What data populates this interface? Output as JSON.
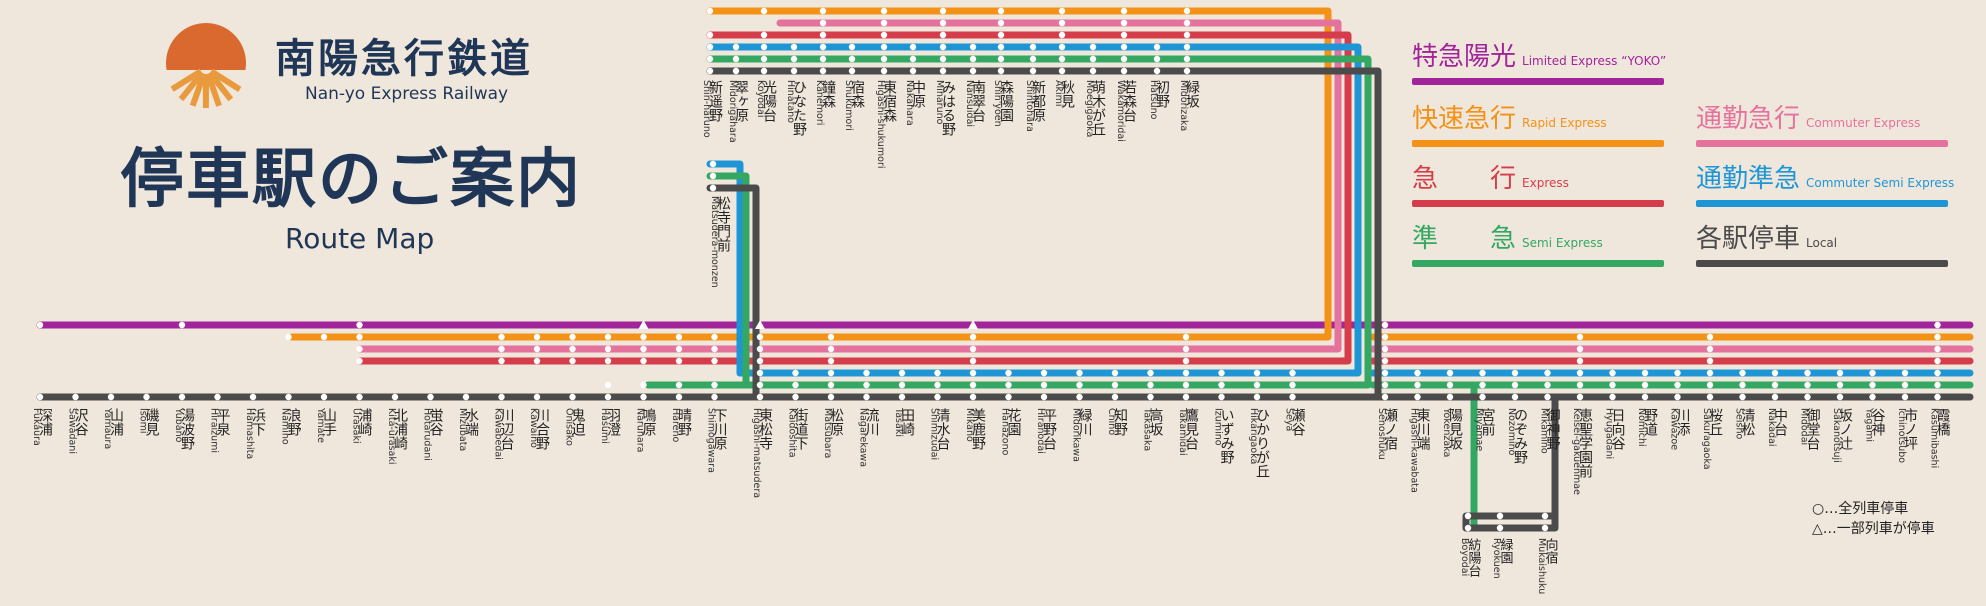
{
  "header": {
    "company": "南陽急行鉄道",
    "company_en": "Nan-yo Express Railway",
    "title": "停車駅のご案内",
    "subtitle": "Route Map"
  },
  "colors": {
    "background": "#f0e7dc",
    "navy": "#1f3657",
    "logo": "#d9692f",
    "limited_express": "#a2249a",
    "rapid_express": "#f39217",
    "commuter_express": "#e5729d",
    "express": "#d63d4b",
    "commuter_semi_express": "#1e96d6",
    "semi_express": "#34a863",
    "local": "#4b4b4b"
  },
  "icons": {
    "logo": "sunrise-logo-icon",
    "stop_all": "circle-marker-icon",
    "stop_some": "triangle-marker-icon"
  },
  "legend": [
    {
      "ja": "特急陽光",
      "en": "Limited Express “YOKO”",
      "color": "#a2249a"
    },
    {
      "ja": "快速急行",
      "en": "Rapid Express",
      "color": "#f39217"
    },
    {
      "ja": "通勤急行",
      "en": "Commuter Express",
      "color": "#e5729d"
    },
    {
      "ja": "急　　行",
      "en": "Express",
      "color": "#d63d4b"
    },
    {
      "ja": "通勤準急",
      "en": "Commuter Semi Express",
      "color": "#1e96d6"
    },
    {
      "ja": "準　　急",
      "en": "Semi Express",
      "color": "#34a863"
    },
    {
      "ja": "各駅停車",
      "en": "Local",
      "color": "#4b4b4b"
    }
  ],
  "key": {
    "all": "○…全列車停車",
    "some": "△…一部列車が停車"
  },
  "main_stations": [
    {
      "ja": "深浦",
      "en": "Fukaura"
    },
    {
      "ja": "沢谷",
      "en": "Sawadani"
    },
    {
      "ja": "山浦",
      "en": "Yamaura"
    },
    {
      "ja": "磯見",
      "en": "Isomi"
    },
    {
      "ja": "湯波野",
      "en": "Yubano"
    },
    {
      "ja": "平泉",
      "en": "Hiraizumi"
    },
    {
      "ja": "浜下",
      "en": "Hamashita"
    },
    {
      "ja": "浪野",
      "en": "Namino"
    },
    {
      "ja": "山手",
      "en": "Yamate"
    },
    {
      "ja": "浦崎",
      "en": "Urasaki"
    },
    {
      "ja": "北浦崎",
      "en": "Kita-urasaki"
    },
    {
      "ja": "蛍谷",
      "en": "Hotarudani"
    },
    {
      "ja": "水端",
      "en": "Mizubata"
    },
    {
      "ja": "川辺台",
      "en": "Kawabedai"
    },
    {
      "ja": "川合野",
      "en": "Kawaino"
    },
    {
      "ja": "鬼迫",
      "en": "Onisako"
    },
    {
      "ja": "羽澄",
      "en": "Hasumi"
    },
    {
      "ja": "鳴原",
      "en": "Naruhara"
    },
    {
      "ja": "晴野",
      "en": "Hareno"
    },
    {
      "ja": "下川原",
      "en": "Shimogawara"
    },
    {
      "ja": "東松寺",
      "en": "Higashi-matsudera"
    },
    {
      "ja": "街道下",
      "en": "Kaidoshita"
    },
    {
      "ja": "松原",
      "en": "Matsubara"
    },
    {
      "ja": "流川",
      "en": "Nagarekawa"
    },
    {
      "ja": "田崎",
      "en": "Tasaki"
    },
    {
      "ja": "清水台",
      "en": "Shimizudai"
    },
    {
      "ja": "美鹿野",
      "en": "Mikano"
    },
    {
      "ja": "花園",
      "en": "Hanazono"
    },
    {
      "ja": "平野台",
      "en": "Hiranodai"
    },
    {
      "ja": "緑川",
      "en": "Midorikawa"
    },
    {
      "ja": "知野",
      "en": "Chino"
    },
    {
      "ja": "高坂",
      "en": "Takasaka"
    },
    {
      "ja": "鷹見台",
      "en": "Takamidai"
    },
    {
      "ja": "いずみ野",
      "en": "Izumino"
    },
    {
      "ja": "ひかりが丘",
      "en": "Hikarigaoka"
    },
    {
      "ja": "瀬谷",
      "en": "Seya"
    },
    {
      "ja": "瀬ノ宿",
      "en": "Senoshuku"
    },
    {
      "ja": "東川端",
      "en": "Higashi-kawabata"
    },
    {
      "ja": "陽見坂",
      "en": "Yokenzaka"
    },
    {
      "ja": "宮前",
      "en": "Miyamae"
    },
    {
      "ja": "のぞみ野",
      "en": "Nozomino"
    },
    {
      "ja": "御神野",
      "en": "Mikamino"
    },
    {
      "ja": "恵聖学園前",
      "en": "Keisei-gakuenmae"
    },
    {
      "ja": "日向谷",
      "en": "Hyugadani"
    },
    {
      "ja": "野道",
      "en": "Nomichi"
    },
    {
      "ja": "川添",
      "en": "Kawazoe"
    },
    {
      "ja": "桜丘",
      "en": "Sakuragaoka"
    },
    {
      "ja": "清松",
      "en": "Seisho"
    },
    {
      "ja": "中台",
      "en": "Nakadai"
    },
    {
      "ja": "御堂台",
      "en": "Midodai"
    },
    {
      "ja": "坂ノ辻",
      "en": "Sakanotsuji"
    },
    {
      "ja": "谷神",
      "en": "Yagami"
    },
    {
      "ja": "市ノ坪",
      "en": "Ichinotsubo"
    },
    {
      "ja": "霞橋",
      "en": "Kasumibashi"
    }
  ],
  "branch_stations": [
    {
      "ja": "新遥野",
      "en": "Shin-haruno"
    },
    {
      "ja": "翠ヶ原",
      "en": "Midorigahara"
    },
    {
      "ja": "光陽台",
      "en": "Koyodai"
    },
    {
      "ja": "ひなた野",
      "en": "Hinatano"
    },
    {
      "ja": "鐘森",
      "en": "Kanemori"
    },
    {
      "ja": "宿森",
      "en": "Shukumori"
    },
    {
      "ja": "東宿森",
      "en": "Higashi-shukumori"
    },
    {
      "ja": "中原",
      "en": "Nakahara"
    },
    {
      "ja": "みはる野",
      "en": "Miharuno"
    },
    {
      "ja": "南翠台",
      "en": "Nansuidai"
    },
    {
      "ja": "森陽園",
      "en": "Shin'yoen"
    },
    {
      "ja": "新都原",
      "en": "Shintohara"
    },
    {
      "ja": "秋見",
      "en": "Akimi"
    },
    {
      "ja": "萌木が丘",
      "en": "Moegigaoka"
    },
    {
      "ja": "若森台",
      "en": "Wakamoridai"
    },
    {
      "ja": "初野",
      "en": "Hatsuno"
    },
    {
      "ja": "緑坂",
      "en": "Midorizaka"
    }
  ],
  "spur_station": {
    "ja": "松寺門前",
    "en": "Matsudera-monzen"
  },
  "south_branch_stations": [
    {
      "ja": "紡陽台",
      "en": "Boyodai"
    },
    {
      "ja": "緑園",
      "en": "Ryokuen"
    },
    {
      "ja": "向宿",
      "en": "Mukaishuku"
    }
  ]
}
